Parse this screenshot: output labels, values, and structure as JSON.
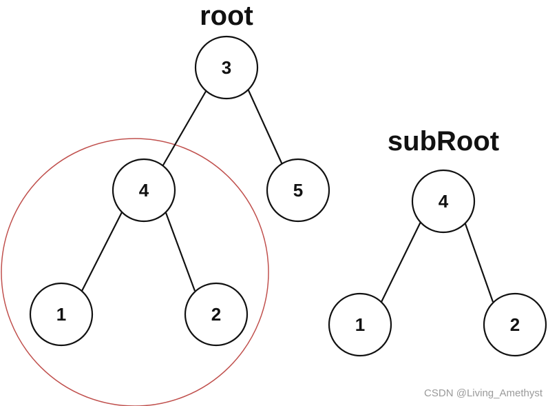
{
  "trees": {
    "root": {
      "title": "root",
      "nodes": [
        {
          "id": "r3",
          "label": "3"
        },
        {
          "id": "r4",
          "label": "4"
        },
        {
          "id": "r5",
          "label": "5"
        },
        {
          "id": "r1",
          "label": "1"
        },
        {
          "id": "r2",
          "label": "2"
        }
      ]
    },
    "subRoot": {
      "title": "subRoot",
      "nodes": [
        {
          "id": "s4",
          "label": "4"
        },
        {
          "id": "s1",
          "label": "1"
        },
        {
          "id": "s2",
          "label": "2"
        }
      ]
    }
  },
  "colors": {
    "highlight": "#c0504d",
    "stroke": "#111111",
    "watermark": "#9a9a9a"
  },
  "watermark": "CSDN @Living_Amethyst"
}
